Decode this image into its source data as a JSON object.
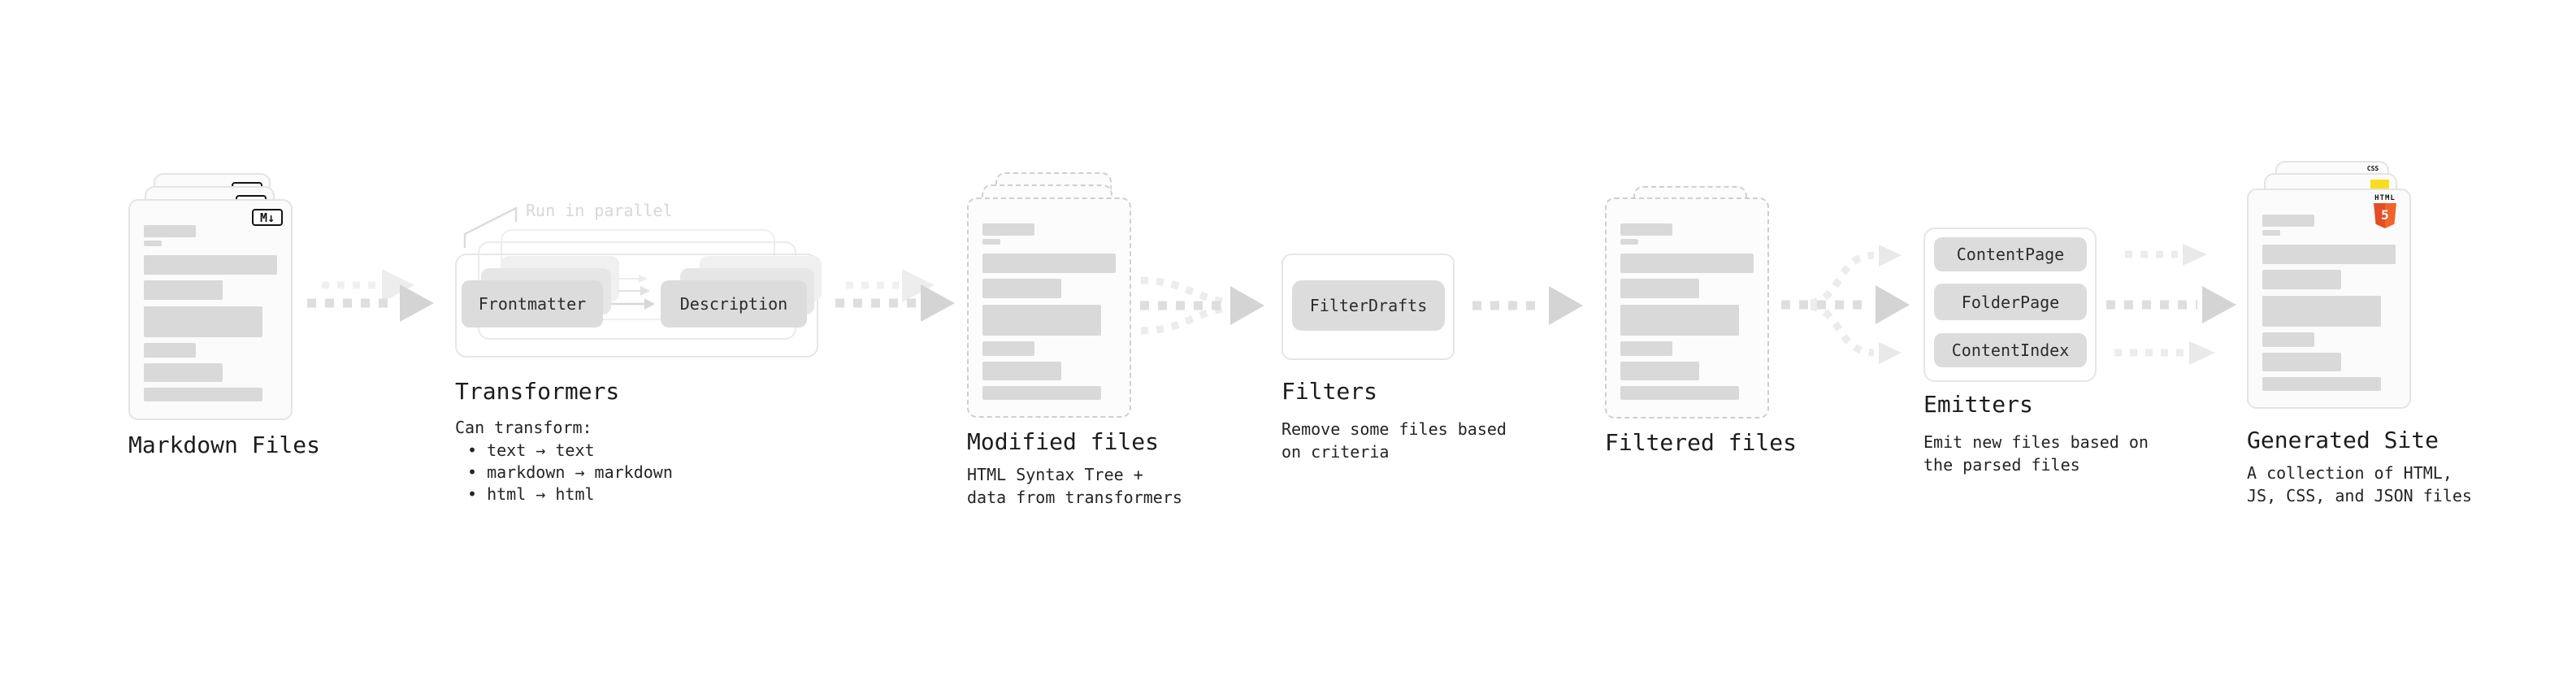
{
  "stages": {
    "markdown_files": {
      "title": "Markdown Files",
      "badge": "M↓"
    },
    "transformers": {
      "title": "Transformers",
      "annotation": "Run in parallel",
      "pills": [
        "Frontmatter",
        "Description"
      ],
      "desc": "Can transform:",
      "bullets": [
        "• text → text",
        "• markdown → markdown",
        "• html → html"
      ]
    },
    "modified_files": {
      "title": "Modified files",
      "desc_lines": [
        "HTML Syntax Tree +",
        "data from transformers"
      ]
    },
    "filters": {
      "title": "Filters",
      "pill": "FilterDrafts",
      "desc_lines": [
        "Remove some files based",
        "on criteria"
      ]
    },
    "filtered_files": {
      "title": "Filtered files"
    },
    "emitters": {
      "title": "Emitters",
      "pills": [
        "ContentPage",
        "FolderPage",
        "ContentIndex"
      ],
      "desc_lines": [
        "Emit new files based on",
        "the parsed files"
      ]
    },
    "generated_site": {
      "title": "Generated Site",
      "desc_lines": [
        "A collection of HTML,",
        "JS, CSS, and JSON files"
      ],
      "badges": {
        "css": "CSS",
        "html": "HTML",
        "html5_number": "5"
      }
    }
  },
  "colors": {
    "html5_orange": "#e44d26",
    "js_yellow": "#f7df1e",
    "css_blue": "#2760e8",
    "doc_bar": "#d9d9d9",
    "pill_bg": "#dcdcdc",
    "arrow": "#d4d4d4"
  }
}
